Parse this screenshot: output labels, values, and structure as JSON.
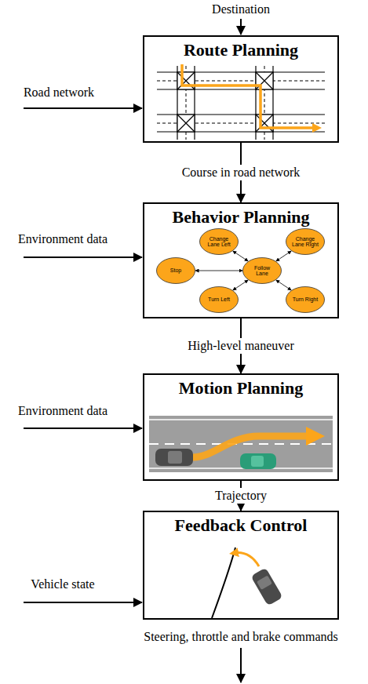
{
  "diagram": {
    "nodes": [
      {
        "text": [
          "Route Planning"
        ]
      },
      {
        "text": [
          "Behavior Planning"
        ]
      },
      {
        "text": [
          "Change Lane Left"
        ],
        "in": 1
      },
      {
        "text": [
          "Change Lane Right"
        ],
        "in": 1
      },
      {
        "text": [
          "Stop"
        ],
        "in": 1
      },
      {
        "text": [
          "Follow Lane"
        ],
        "in": 1
      },
      {
        "text": [
          "Turn Left"
        ],
        "in": 1
      },
      {
        "text": [
          "Turn Right"
        ],
        "in": 1
      },
      {
        "text": [
          "Motion Planning"
        ]
      },
      {
        "text": [
          "Feedback Control"
        ]
      }
    ],
    "edges": [
      {
        "from": 0,
        "to": 1,
        "label": "Course in road network",
        "arrow": "to"
      },
      {
        "from": 1,
        "to": 8,
        "label": "High-level maneuver",
        "arrow": "to"
      },
      {
        "from": 8,
        "to": 9,
        "label": "Trajectory",
        "arrow": "to"
      },
      {
        "from": 5,
        "to": 2,
        "arrow": "both"
      },
      {
        "from": 5,
        "to": 3,
        "arrow": "both"
      },
      {
        "from": 5,
        "to": 4,
        "arrow": "both"
      },
      {
        "from": 5,
        "to": 6,
        "arrow": "both"
      },
      {
        "from": 5,
        "to": 7,
        "arrow": "both"
      }
    ],
    "labels": [
      "Destination",
      "Road network",
      "Environment data",
      "Environment data",
      "Vehicle state",
      "Steering, throttle and brake commands"
    ]
  }
}
